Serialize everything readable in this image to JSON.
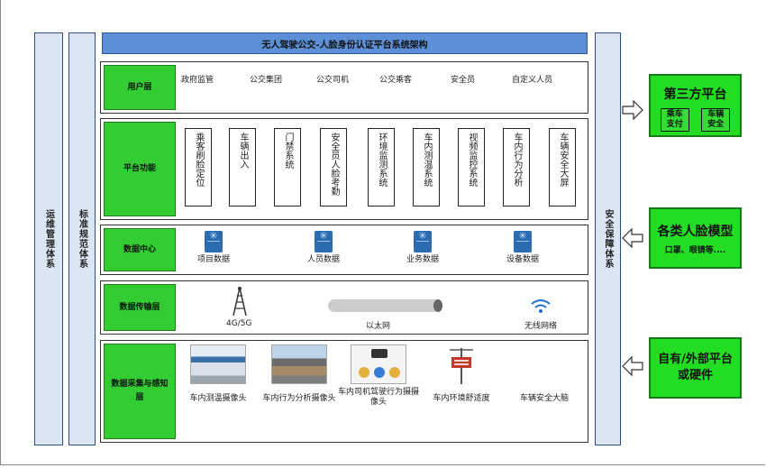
{
  "title": "无人驾驶公交-人脸身份认证平台系统架构",
  "left_columns": [
    "运维管理体系",
    "标准规范体系"
  ],
  "right_column": "安全保障体系",
  "layers": {
    "user": {
      "label": "用户层",
      "items": [
        "政府监管",
        "公交集团",
        "公交司机",
        "公交乘客",
        "安全员",
        "自定义人员"
      ]
    },
    "platform": {
      "label": "平台功能",
      "items": [
        "乘客刷脸定位",
        "车辆出入",
        "门禁系统",
        "安全员人脸考勤",
        "环境监测系统",
        "车内测温系统",
        "视频监控系统",
        "车内行为分析",
        "车辆安全大屏"
      ]
    },
    "data_center": {
      "label": "数据中心",
      "items": [
        "项目数据",
        "人员数据",
        "业务数据",
        "设备数据"
      ]
    },
    "transport": {
      "label": "数据传输层",
      "items": [
        "4G/5G",
        "以太网",
        "无线网络"
      ]
    },
    "collect": {
      "label": "数据采集与感知层",
      "items": [
        "车内测温摄像头",
        "车内行为分析摄像头",
        "车内司机驾驶行为摄摄像头",
        "车内环境舒适度",
        "车辆安全大脑"
      ]
    }
  },
  "external": {
    "third_party": {
      "title": "第三方平台",
      "buttons": [
        "乘车支付",
        "车辆安全"
      ]
    },
    "face_models": {
      "title": "各类人脸模型",
      "subtitle": "口罩、眼镜等...."
    },
    "own_platform": {
      "title": "自有/外部平台或硬件"
    }
  }
}
